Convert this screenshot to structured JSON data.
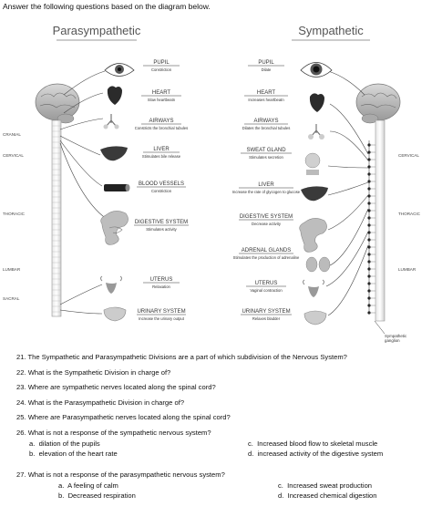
{
  "instruction": "Answer the following questions based on the diagram below.",
  "diagram": {
    "left_title": "Parasympathetic",
    "right_title": "Sympathetic",
    "spine_left_labels": [
      "CRANIAL",
      "CERVICAL",
      "THORACIC",
      "LUMBAR",
      "SACRAL"
    ],
    "spine_right_labels": [
      "CERVICAL",
      "THORACIC",
      "LUMBAR"
    ],
    "parasympathetic_organs": [
      {
        "name": "PUPIL",
        "effect": "Constriction"
      },
      {
        "name": "HEART",
        "effect": "Slow heartbeatn"
      },
      {
        "name": "AIRWAYS",
        "effect": "Constricts the bronchial tubules"
      },
      {
        "name": "LIVER",
        "effect": "Stimulates bile release"
      },
      {
        "name": "BLOOD VESSELS",
        "effect": "Constriction"
      },
      {
        "name": "DIGESTIVE SYSTEM",
        "effect": "Stimulates activity"
      },
      {
        "name": "UTERUS",
        "effect": "Relaxation"
      },
      {
        "name": "URINARY SYSTEM",
        "effect": "Increase the urinary output"
      }
    ],
    "sympathetic_organs": [
      {
        "name": "PUPIL",
        "effect": "Dilate"
      },
      {
        "name": "HEART",
        "effect": "Increases heartbeatn"
      },
      {
        "name": "AIRWAYS",
        "effect": "Dilates the bronchial tubules"
      },
      {
        "name": "SWEAT GLAND",
        "effect": "Stimulates secretion"
      },
      {
        "name": "LIVER",
        "effect": "Increase the rate of glycogen to glucose"
      },
      {
        "name": "DIGESTIVE SYSTEM",
        "effect": "Decrease activity"
      },
      {
        "name": "ADRENAL GLANDS",
        "effect": "Stimulates the production of adrenaline"
      },
      {
        "name": "UTERUS",
        "effect": "Vaginal contraction"
      },
      {
        "name": "URINARY SYSTEM",
        "effect": "Relaxes bladder"
      }
    ],
    "ganglion_label": "Sympathetic ganglion"
  },
  "questions": [
    {
      "num": "21.",
      "text": "The Sympathetic and Parasympathetic Divisions are a part of which subdivision of the Nervous System?"
    },
    {
      "num": "22.",
      "text": "What is the Sympathetic Division in charge of?"
    },
    {
      "num": "23.",
      "text": "Where are sympathetic nerves located along the spinal cord?"
    },
    {
      "num": "24.",
      "text": "What is the Parasympathetic Division in charge of?"
    },
    {
      "num": "25.",
      "text": "Where are Parasympathetic nerves located along the spinal cord?"
    },
    {
      "num": "26.",
      "text": "What is not a response of the sympathetic nervous system?",
      "options": [
        {
          "letter": "a.",
          "text": "dilation of the pupils"
        },
        {
          "letter": "b.",
          "text": "elevation of the heart rate"
        },
        {
          "letter": "c.",
          "text": "Increased blood flow to skeletal muscle"
        },
        {
          "letter": "d.",
          "text": "increased activity of the digestive system"
        }
      ]
    },
    {
      "num": "27.",
      "text": "What is not a response of the parasympathetic nervous system?",
      "options": [
        {
          "letter": "a.",
          "text": "A feeling of calm"
        },
        {
          "letter": "b.",
          "text": "Decreased respiration"
        },
        {
          "letter": "c.",
          "text": "Increased sweat production"
        },
        {
          "letter": "d.",
          "text": "Increased chemical digestion"
        }
      ]
    }
  ]
}
